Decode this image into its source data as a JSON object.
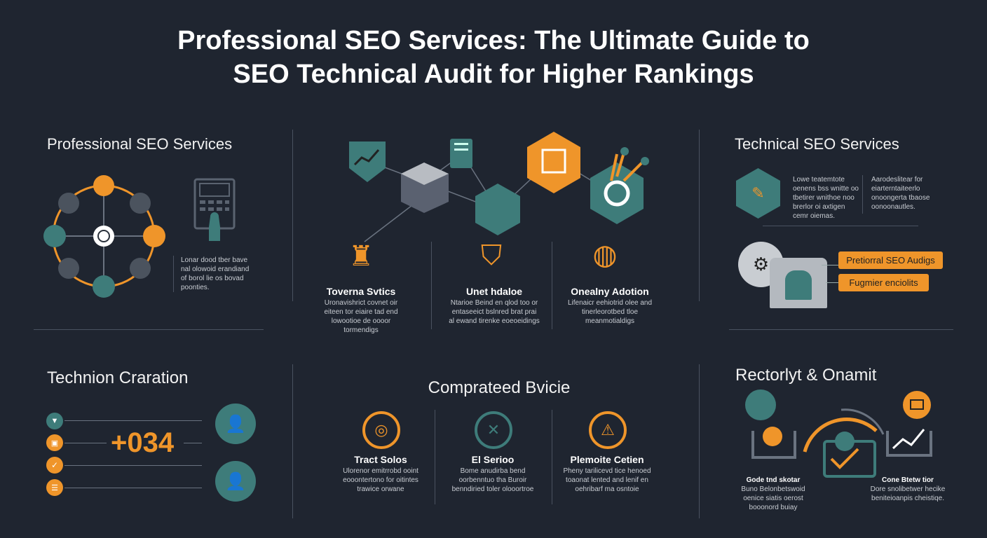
{
  "title": {
    "line1": "Professional SEO Services: The Ultimate Guide to",
    "line2": "SEO Technical Audit for Higher Rankings"
  },
  "top_left": {
    "heading": "Professional SEO Services",
    "note": "Lonar dood tber bave nal olowoid erandiand of borol lie os bovad poonties."
  },
  "top_center": {
    "columns": [
      {
        "title": "Toverna Svtics",
        "text": "Uronavishrict covnet oir eiteen tor eiaire tad end lowootioe de oooor tormendigs"
      },
      {
        "title": "Unet hdaloe",
        "text": "Ntarioe Beind en qlod too or entaseeict bslnred brat prai al ewand tirenke eoeoeidings"
      },
      {
        "title": "Onealny Adotion",
        "text": "Lifenaicr eehiotrid olee and tinerleorotbed tloe meanmotialdigs"
      }
    ]
  },
  "top_right": {
    "heading": "Technical SEO Services",
    "text1": "Lowe teatemtote oenens bss wnitte oo tbetirer wnithoe noo brerlor oi axtigen cemr oiemas.",
    "text2": "Aarodeslitear for eiarterntaiteerlo onoongerta tbaose oonoonautles.",
    "tags": [
      "Pretiorral SEO Audigs",
      "Fugmier enciolits"
    ]
  },
  "bottom_left": {
    "heading": "Technion Craration",
    "stat": "+034"
  },
  "bottom_center": {
    "heading": "Comprateed Bvicie",
    "columns": [
      {
        "title": "Tract Solos",
        "text": "Ulorenor emitrrobd ooint eooontertono for oitintes trawice orwane"
      },
      {
        "title": "El Serioo",
        "text": "Bome anudirba bend oorbenntuo tha Buroir benndiried toler olooortroe"
      },
      {
        "title": "Plemoite Cetien",
        "text": "Pheny tarilicevd tice henoed toaonat lented and lenif en oehribarf ma osntoie"
      }
    ]
  },
  "bottom_right": {
    "heading": "Rectorlyt & Onamit",
    "left": {
      "title": "Gode tnd skotar",
      "text": "Buno Belonbetswoid oenice siatis oerost booonord buiay"
    },
    "right": {
      "title": "Cone Btetw tior",
      "text": "Dore snolibetwer hecike beniteioanpis cheistiqe."
    }
  },
  "colors": {
    "bg": "#1f2530",
    "orange": "#ef952a",
    "teal": "#3e7c7a"
  }
}
